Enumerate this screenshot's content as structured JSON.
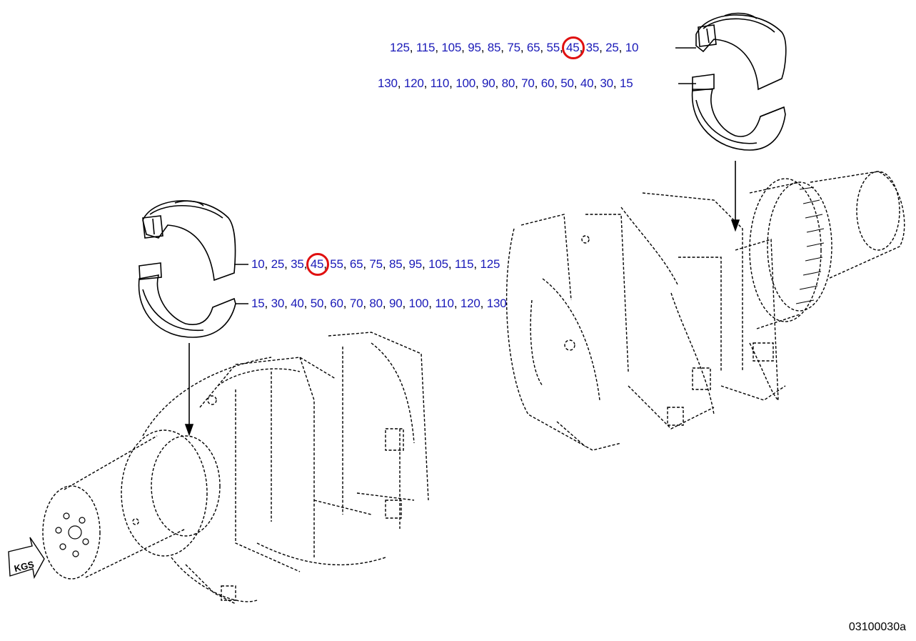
{
  "callouts": {
    "upper_top": [
      "125",
      "115",
      "105",
      "95",
      "85",
      "75",
      "65",
      "55",
      "45",
      "35",
      "25",
      "10"
    ],
    "upper_bottom": [
      "130",
      "120",
      "110",
      "100",
      "90",
      "80",
      "70",
      "60",
      "50",
      "40",
      "30",
      "15"
    ],
    "lower_top": [
      "10",
      "25",
      "35",
      "45",
      "55",
      "65",
      "75",
      "85",
      "95",
      "105",
      "115",
      "125"
    ],
    "lower_bottom": [
      "15",
      "30",
      "40",
      "50",
      "60",
      "70",
      "80",
      "90",
      "100",
      "110",
      "120",
      "130"
    ]
  },
  "highlight": "45",
  "highlight_color": "#e01010",
  "callout_color": "#1a1ab8",
  "kgs_label": "KGS",
  "doc_id": "03100030a"
}
